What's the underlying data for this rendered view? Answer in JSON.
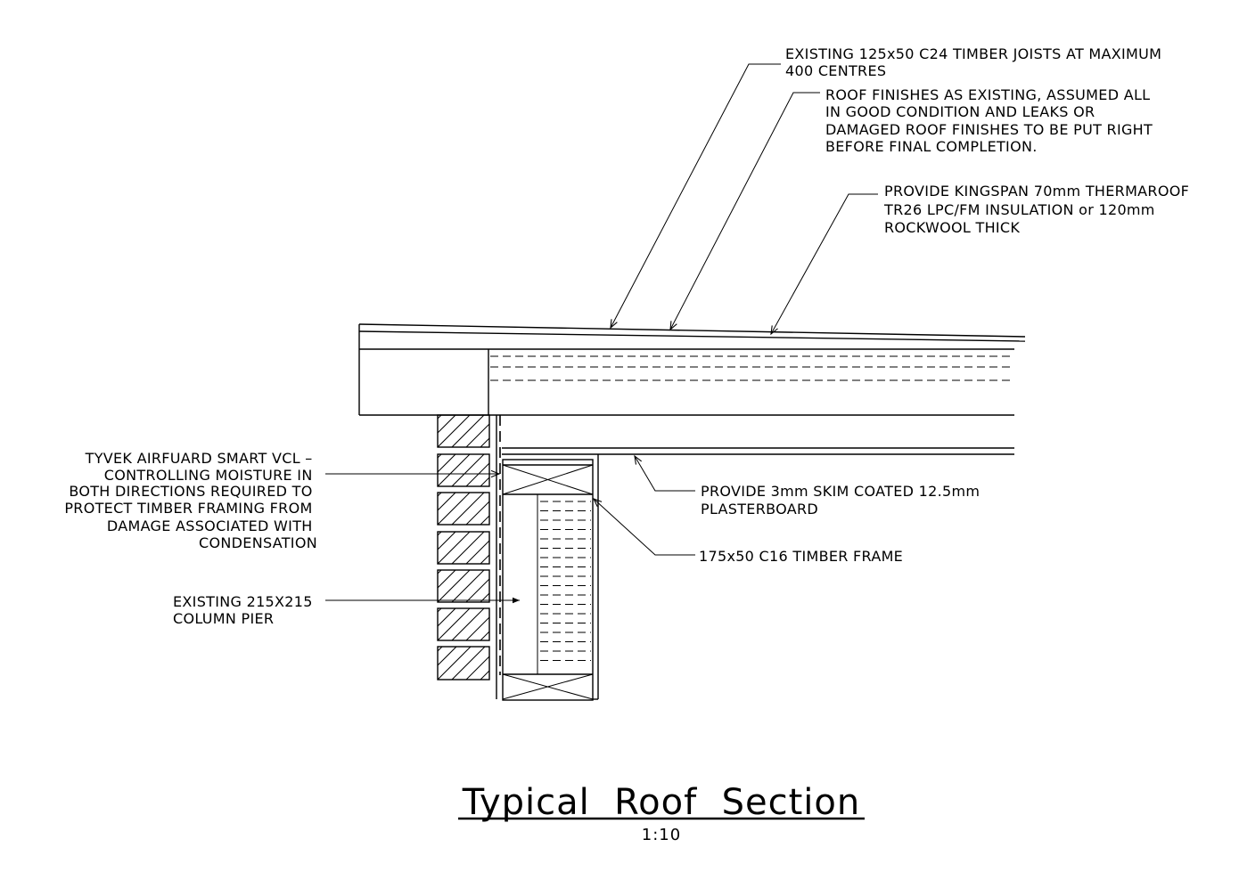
{
  "notes": {
    "joists": [
      "EXISTING 125x50 C24 TIMBER JOISTS AT MAXIMUM",
      "400 CENTRES"
    ],
    "finishes": [
      "ROOF FINISHES AS EXISTING, ASSUMED ALL",
      "IN GOOD CONDITION AND LEAKS OR",
      "DAMAGED ROOF FINISHES TO BE PUT RIGHT",
      "BEFORE FINAL COMPLETION."
    ],
    "insulation": [
      "PROVIDE KINGSPAN 70mm THERMAROOF",
      "TR26 LPC/FM INSULATION or 120mm",
      "ROCKWOOL THICK"
    ],
    "vcl": [
      "TYVEK AIRFUARD SMART VCL –",
      "CONTROLLING MOISTURE IN",
      "BOTH DIRECTIONS REQUIRED TO",
      "PROTECT TIMBER FRAMING FROM",
      "DAMAGE ASSOCIATED WITH",
      "CONDENSATION"
    ],
    "plasterboard": [
      "PROVIDE 3mm SKIM COATED 12.5mm",
      "PLASTERBOARD"
    ],
    "frame": [
      "175x50 C16 TIMBER FRAME"
    ],
    "pier": [
      "EXISTING 215X215",
      "COLUMN   PIER"
    ]
  },
  "title": "Typical  Roof  Section",
  "scale": "1:10"
}
